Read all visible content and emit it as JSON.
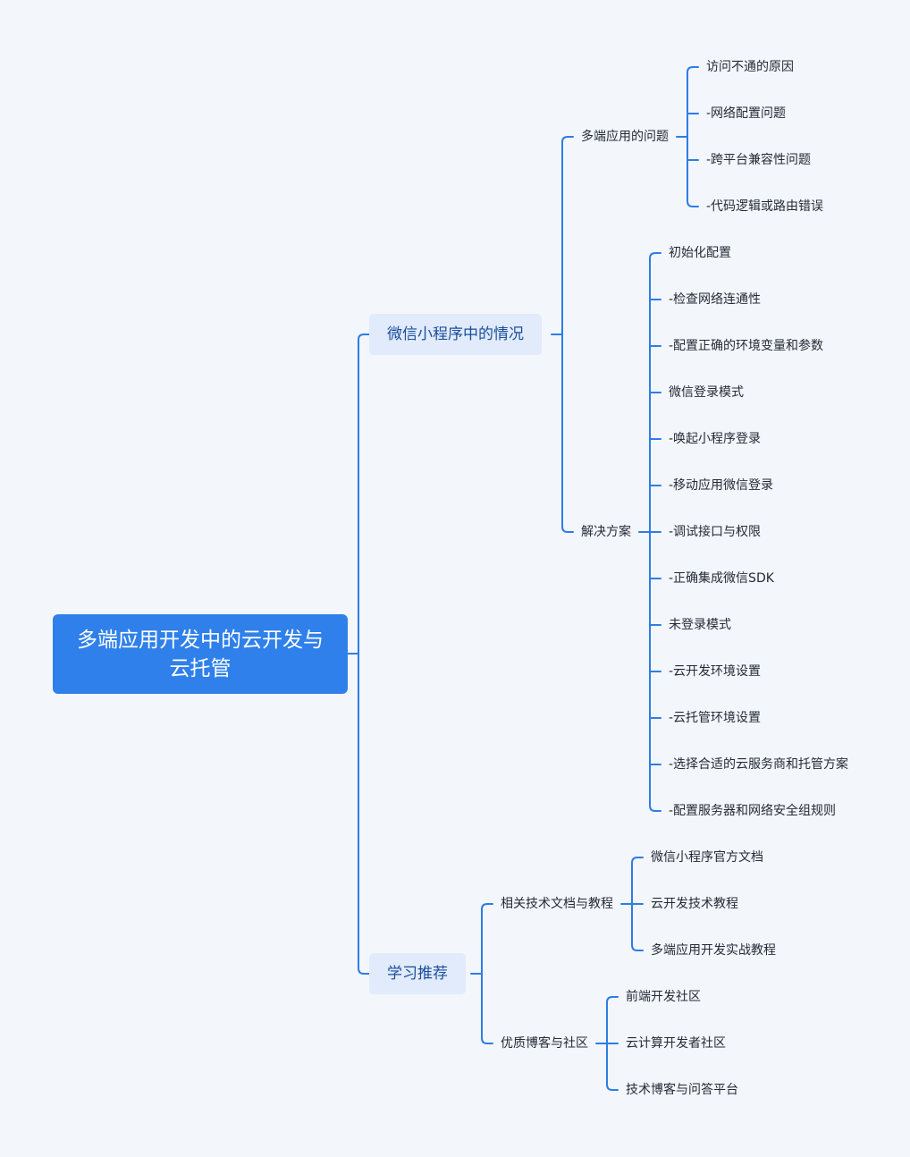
{
  "colors": {
    "background": "#f3f6fb",
    "accent": "#2f80ea",
    "line": "#2d7de6",
    "branch_fill": "#e1ebfb",
    "branch_text": "#1a4e9b"
  },
  "root": {
    "label": "多端应用开发中的云开发与云托管"
  },
  "branches": [
    {
      "label": "微信小程序中的情况",
      "children": [
        {
          "label": "多端应用的问题",
          "children": [
            "访问不通的原因",
            "-网络配置问题",
            "-跨平台兼容性问题",
            "-代码逻辑或路由错误"
          ]
        },
        {
          "label": "解决方案",
          "children": [
            "初始化配置",
            "-检查网络连通性",
            "-配置正确的环境变量和参数",
            "微信登录模式",
            "-唤起小程序登录",
            "-移动应用微信登录",
            "-调试接口与权限",
            "-正确集成微信SDK",
            "未登录模式",
            "-云开发环境设置",
            "-云托管环境设置",
            "-选择合适的云服务商和托管方案",
            "-配置服务器和网络安全组规则"
          ]
        }
      ]
    },
    {
      "label": "学习推荐",
      "children": [
        {
          "label": "相关技术文档与教程",
          "children": [
            "微信小程序官方文档",
            "云开发技术教程",
            "多端应用开发实战教程"
          ]
        },
        {
          "label": "优质博客与社区",
          "children": [
            "前端开发社区",
            "云计算开发者社区",
            "技术博客与问答平台"
          ]
        }
      ]
    }
  ]
}
